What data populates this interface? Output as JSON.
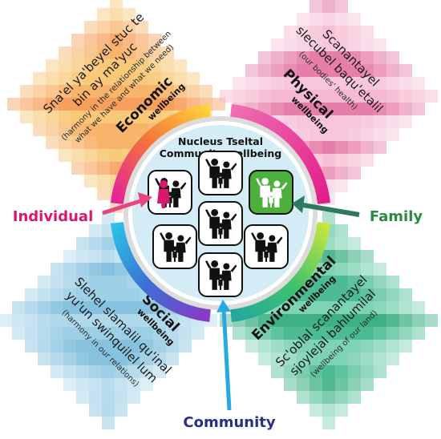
{
  "quadrants": {
    "economic": {
      "title": "Economic",
      "subtitle": "wellbeing",
      "native_1": "Sna'el ya'beyel stuc te",
      "native_2": "bin ay ma'yuc",
      "translation_1": "(harmony in the relationship between",
      "translation_2": "what we have and what we need)",
      "colors": [
        "#f59a63",
        "#f7b46a",
        "#f9c878",
        "#f29a86",
        "#f7a05e"
      ]
    },
    "physical": {
      "title": "Physical",
      "subtitle": "wellbeing",
      "native_1": "Scanantayel",
      "native_2": "slecubel baqu'etalil",
      "translation_1": "(our bodies' health)",
      "colors": [
        "#f0a6c4",
        "#f5b9d2",
        "#ea90b6",
        "#f7c6dc",
        "#e57fa9"
      ]
    },
    "social": {
      "title": "Social",
      "subtitle": "wellbeing",
      "native_1": "Slehel slamalil qu'inal",
      "native_2": "yu'un swinquilel lum",
      "translation_1": "(harmony in our relations)",
      "colors": [
        "#86c2dd",
        "#9dcfe6",
        "#6fb6d6",
        "#b1d9ec",
        "#7fbcd9"
      ]
    },
    "environmental": {
      "title": "Environmental",
      "subtitle": "wellbeing",
      "native_1": "Sc'oblal scanantayel",
      "native_2": "sjoylejal bahlumilal",
      "translation_1": "(wellbeing of our land)",
      "colors": [
        "#5fc8a3",
        "#7dd3b4",
        "#4dbc94",
        "#95dcc2",
        "#3fb085"
      ]
    }
  },
  "center": {
    "title_1": "Nucleus Tseltal",
    "title_2": "Community wellbeing"
  },
  "labels": {
    "individual": "Individual",
    "family": "Family",
    "community": "Community"
  },
  "colors": {
    "individual": "#d8186c",
    "family": "#2a8a3e",
    "community": "#2b2d8c",
    "community_arrow": "#29a9e0",
    "family_arrow": "#2f7a5e",
    "ring_inner": "#e8e8e8",
    "circle_fill": "#d3ecf5",
    "tile_individual_fill": "#ffffff",
    "tile_family_fill": "#4caf3e"
  },
  "icons": {
    "tile_individual": "individual-family-icon",
    "tile_family": "family-group-icon",
    "tile_community": "community-family-icon"
  }
}
